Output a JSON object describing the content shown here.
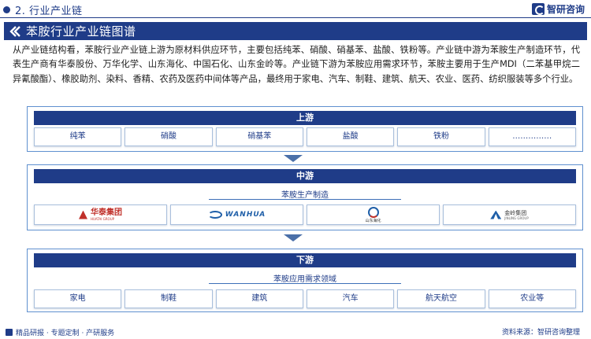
{
  "header": {
    "section_title": "2. 行业产业链",
    "brand_name": "智研咨询"
  },
  "title_bar": {
    "title": "苯胺行业产业链图谱"
  },
  "intro": "从产业链结构看，苯胺行业产业链上游为原材料供应环节，主要包括纯苯、硝酸、硝基苯、盐酸、铁粉等。产业链中游为苯胺生产制造环节，代表生产商有华泰股份、万华化学、山东海化、中国石化、山东金岭等。产业链下游为苯胺应用需求环节，苯胺主要用于生产MDI（二苯基甲烷二异氰酸酯）、橡胶助剂、染料、香精、农药及医药中间体等产品，最终用于家电、汽车、制鞋、建筑、航天、农业、医药、纺织服装等多个行业。",
  "upstream": {
    "header": "上游",
    "items": [
      "纯苯",
      "硝酸",
      "硝基苯",
      "盐酸",
      "铁粉",
      "……………"
    ]
  },
  "midstream": {
    "header": "中游",
    "subtitle": "苯胺生产制造",
    "companies": [
      {
        "name": "华泰集团",
        "en": "HUATAI GROUP",
        "icon": "huatai-logo"
      },
      {
        "name": "WANHUA",
        "icon": "wanhua-logo"
      },
      {
        "name": "山东海化",
        "icon": "shandong-haihua-logo"
      },
      {
        "name": "金岭集团",
        "en": "JINLING GROUP",
        "icon": "jinling-logo"
      }
    ]
  },
  "downstream": {
    "header": "下游",
    "subtitle": "苯胺应用需求领域",
    "items": [
      "家电",
      "制鞋",
      "建筑",
      "汽车",
      "航天航空",
      "农业等"
    ]
  },
  "footer": {
    "left_text": "精品研报 · 专题定制 · 产研服务",
    "right_text": "资料来源：智研咨询整理"
  },
  "colors": {
    "primary": "#1f3c88",
    "border": "#5f90cf",
    "logo_red": "#c0302a",
    "logo_blue": "#1f5fa8"
  }
}
